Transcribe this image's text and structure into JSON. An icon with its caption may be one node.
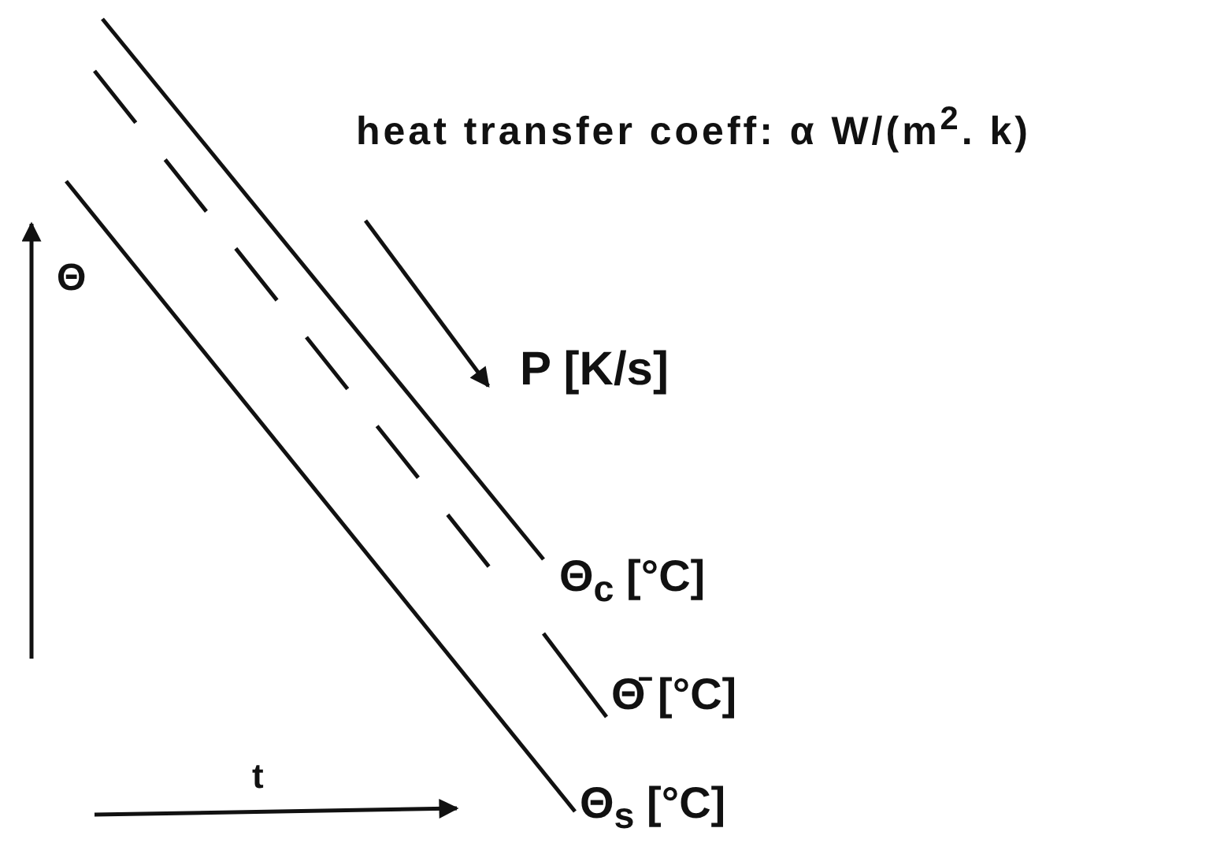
{
  "diagram": {
    "labels": [
      "heat transfer coeff: α W/(m$^{2}$. k)",
      "Θ",
      "P [K/s]",
      "Θ$_{c}$ [°C]",
      "Θ̄ [°C]",
      "t",
      "Θ$_{s}$ [°C]"
    ]
  }
}
